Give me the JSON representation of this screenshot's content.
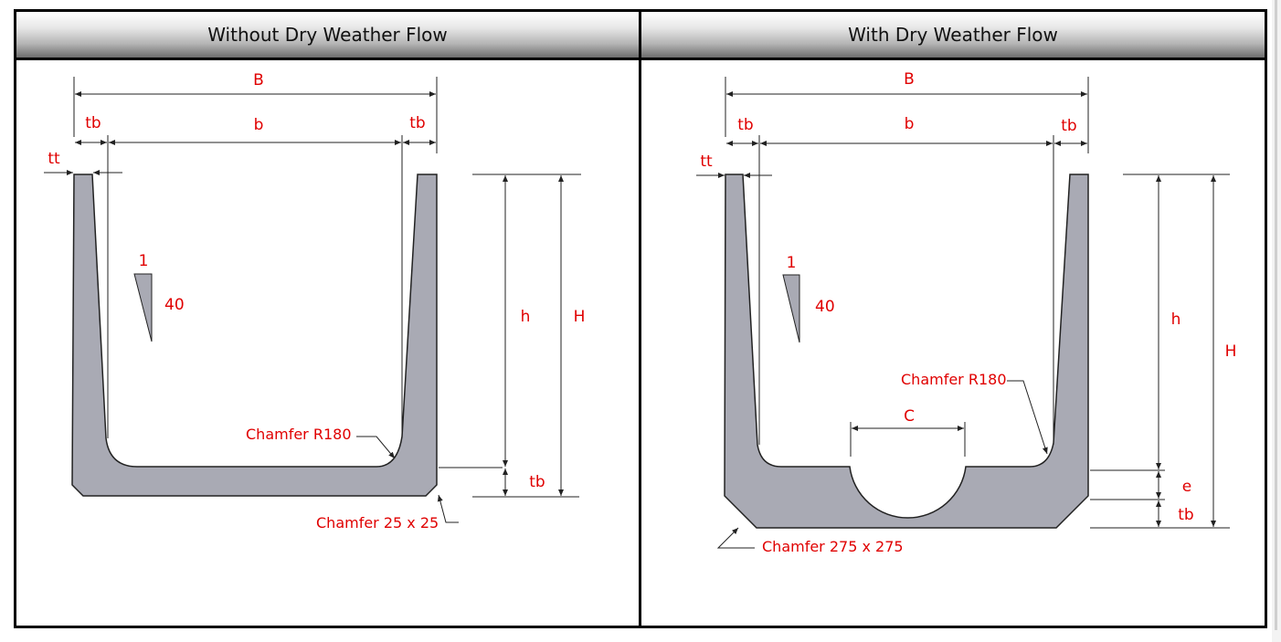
{
  "left_panel": {
    "title": "Without Dry Weather Flow",
    "labels": {
      "B": "B",
      "b": "b",
      "tb_left": "tb",
      "tb_right": "tb",
      "tt": "tt",
      "slope_1": "1",
      "slope_40": "40",
      "h": "h",
      "H": "H",
      "tb_bottom": "tb",
      "chamfer_r": "Chamfer R180",
      "chamfer_bottom": "Chamfer 25 x 25"
    }
  },
  "right_panel": {
    "title": "With Dry Weather Flow",
    "labels": {
      "B": "B",
      "b": "b",
      "tb_left": "tb",
      "tb_right": "tb",
      "tt": "tt",
      "slope_1": "1",
      "slope_40": "40",
      "h": "h",
      "H": "H",
      "C": "C",
      "e": "e",
      "tb_bottom": "tb",
      "chamfer_r": "Chamfer R180",
      "chamfer_bottom": "Chamfer 275 x 275"
    }
  },
  "colors": {
    "concrete": "#a9aab4",
    "label": "#e00000",
    "dimension": "#222222"
  }
}
